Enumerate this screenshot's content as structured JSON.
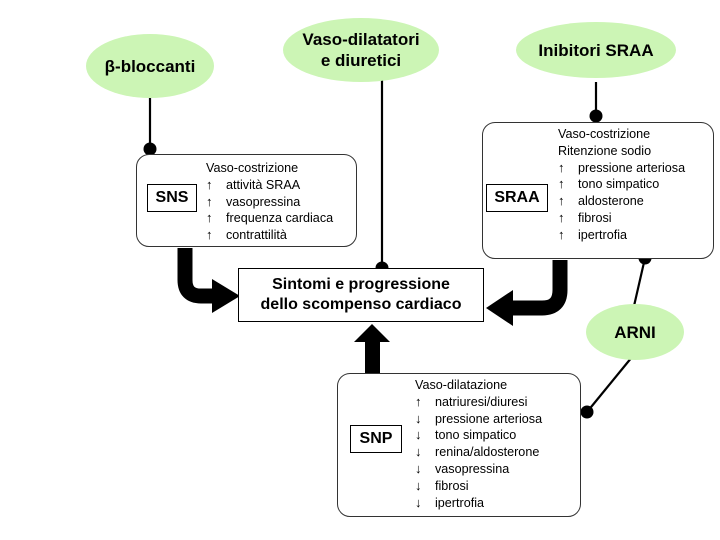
{
  "drugs": {
    "beta_blockers": "β-bloccanti",
    "vasodilators_line1": "Vaso-dilatatori",
    "vasodilators_line2": "e diuretici",
    "raas_inhibitors": "Inibitori SRAA",
    "arni": "ARNI"
  },
  "central": {
    "line1": "Sintomi e progressione",
    "line2": "dello scompenso cardiaco"
  },
  "sns": {
    "label": "SNS",
    "header": "Vaso-costrizione",
    "items": [
      {
        "dir": "up",
        "text": "attività SRAA"
      },
      {
        "dir": "up",
        "text": "vasopressina"
      },
      {
        "dir": "up",
        "text": "frequenza cardiaca"
      },
      {
        "dir": "up",
        "text": "contrattilità"
      }
    ]
  },
  "raas": {
    "label": "SRAA",
    "header1": "Vaso-costrizione",
    "header2": "Ritenzione sodio",
    "items": [
      {
        "dir": "up",
        "text": "pressione arteriosa"
      },
      {
        "dir": "up",
        "text": "tono simpatico"
      },
      {
        "dir": "up",
        "text": "aldosterone"
      },
      {
        "dir": "up",
        "text": "fibrosi"
      },
      {
        "dir": "up",
        "text": "ipertrofia"
      }
    ]
  },
  "snp": {
    "label": "SNP",
    "header": "Vaso-dilatazione",
    "items": [
      {
        "dir": "up",
        "text": "natriuresi/diuresi"
      },
      {
        "dir": "down",
        "text": "pressione arteriosa"
      },
      {
        "dir": "down",
        "text": "tono simpatico"
      },
      {
        "dir": "down",
        "text": "renina/aldosterone"
      },
      {
        "dir": "down",
        "text": "vasopressina"
      },
      {
        "dir": "down",
        "text": "fibrosi"
      },
      {
        "dir": "down",
        "text": "ipertrofia"
      }
    ]
  },
  "colors": {
    "ellipse_fill": "#ccf5b5",
    "line": "#000000"
  }
}
